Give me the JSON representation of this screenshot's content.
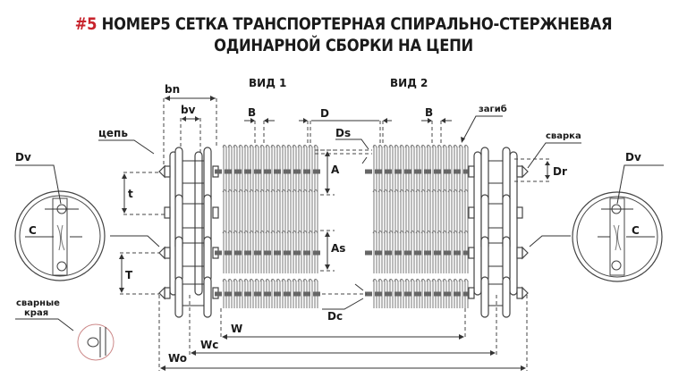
{
  "title": {
    "number": "#5",
    "line1_rest": " НОМЕР5 СЕТКА ТРАНСПОРТЕРНАЯ СПИРАЛЬНО-СТЕРЖНЕВАЯ",
    "line2": "ОДИНАРНОЙ СБОРКИ НА ЦЕПИ",
    "accent_color": "#c8232c"
  },
  "views": {
    "view1": "ВИД 1",
    "view2": "ВИД 2"
  },
  "labels": {
    "chain": "цепь",
    "bend": "загиб",
    "weld": "сварка",
    "welded_edges_line1": "сварные",
    "welded_edges_line2": "края"
  },
  "dimensions": {
    "bn": "bn",
    "bv": "bv",
    "t": "t",
    "T": "T",
    "B_left": "B",
    "B_right": "B",
    "D": "D",
    "Ds": "Ds",
    "A": "A",
    "As": "As",
    "Dr": "Dr",
    "Dc": "Dc",
    "Dv_left": "Dv",
    "Dv_right": "Dv",
    "C_left": "C",
    "C_right": "C",
    "W": "W",
    "Wc": "Wc",
    "Wo": "Wo"
  }
}
